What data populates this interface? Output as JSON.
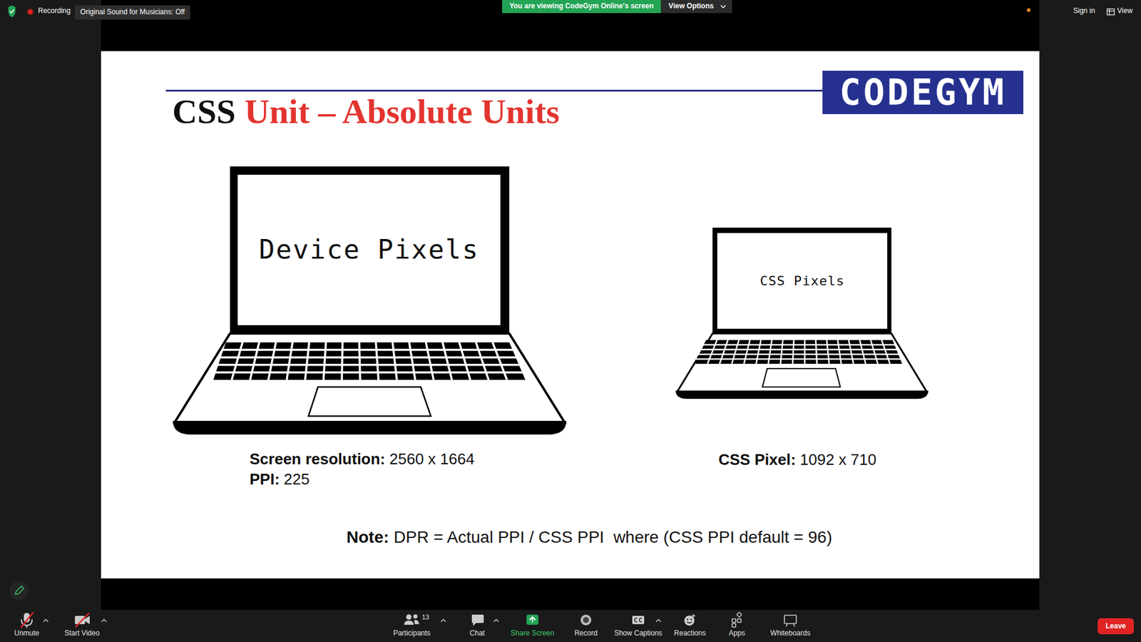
{
  "diagram": {
    "nodes": [
      {
        "text": [
          "Original Sound for Musicians: Off"
        ]
      },
      {
        "text": [
          "You are viewing CodeGym Online's screen"
        ]
      },
      {
        "text": [
          "View Options"
        ]
      },
      {
        "text": [
          "CODEGYM"
        ]
      },
      {
        "text": [
          "Device Pixels"
        ]
      },
      {
        "text": [
          "CSS Pixels"
        ]
      },
      {
        "text": [
          "Leave"
        ]
      }
    ],
    "labels": [
      "Recording",
      "Sign in",
      "View",
      "CSS",
      "Unit – Absolute Units",
      "Screen resolution:",
      "2560 x 1664",
      "PPI:",
      "225",
      "CSS Pixel:",
      "1092 x 710",
      "Note:",
      "DPR = Actual PPI / CSS PPI  where (CSS PPI default = 96)",
      "Unmute",
      "Start Video",
      "13",
      "Participants",
      "Chat",
      "Share Screen",
      "Record",
      "Show Captions",
      "Reactions",
      "Apps",
      "Whiteboards"
    ]
  }
}
